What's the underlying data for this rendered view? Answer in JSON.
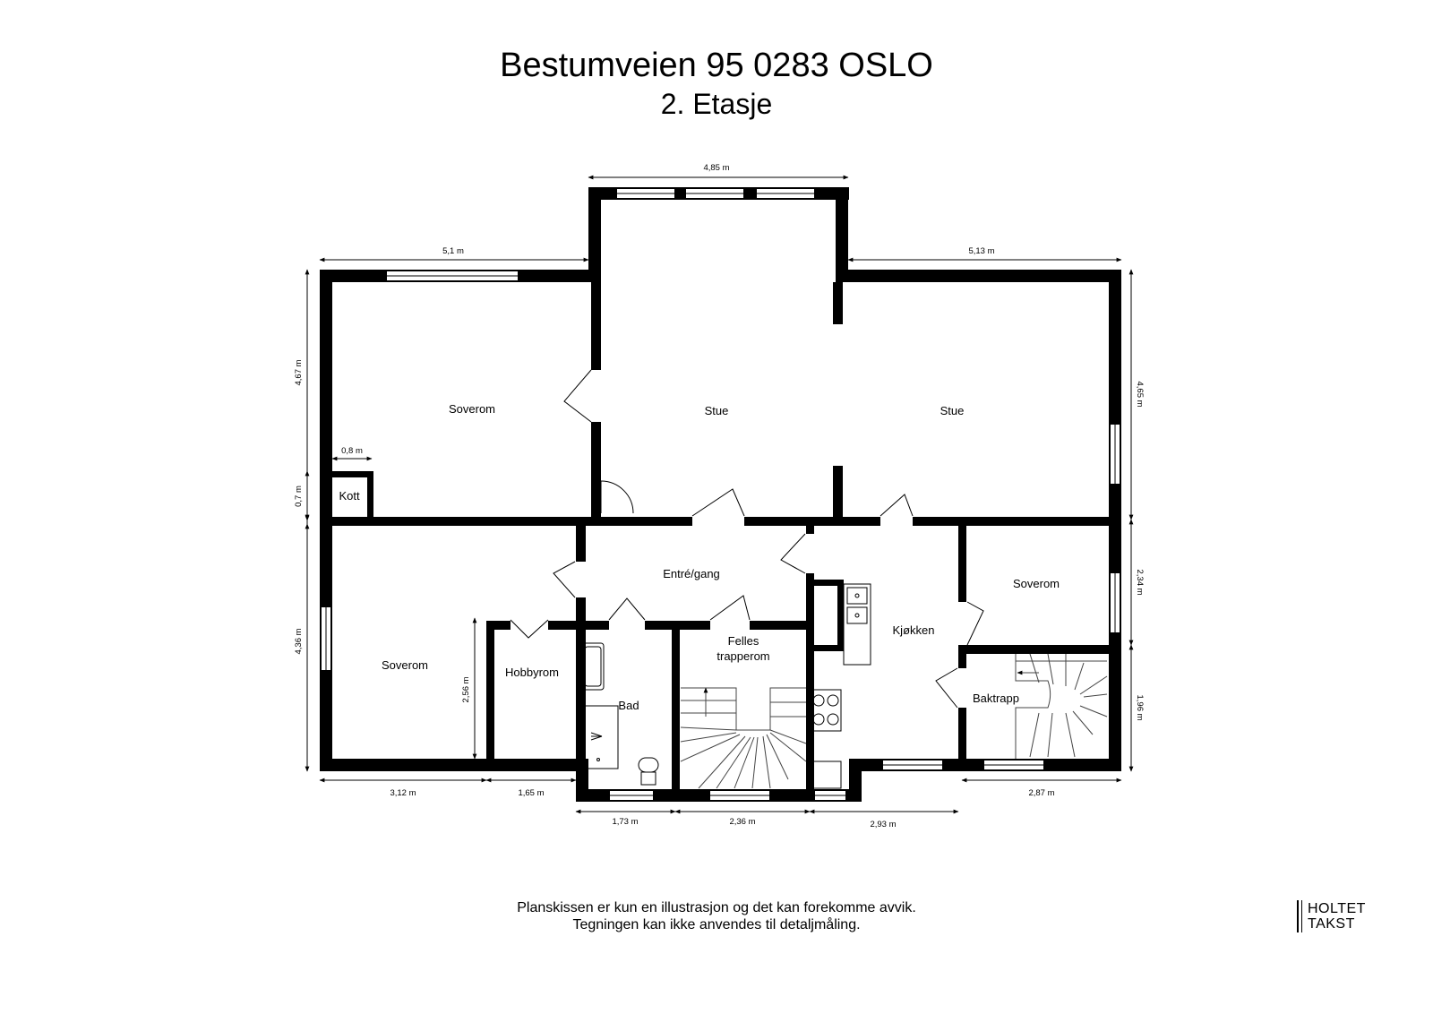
{
  "header": {
    "address": "Bestumveien 95 0283 OSLO",
    "floor": "2. Etasje"
  },
  "rooms": {
    "soverom_nw": "Soverom",
    "stue_center": "Stue",
    "stue_east": "Stue",
    "kott": "Kott",
    "entre": "Entré/gang",
    "soverom_east": "Soverom",
    "kjokken": "Kjøkken",
    "felles_1": "Felles",
    "felles_2": "trapperom",
    "soverom_sw": "Soverom",
    "hobbyrom": "Hobbyrom",
    "bad": "Bad",
    "baktrapp": "Baktrapp"
  },
  "dimensions": {
    "top_center": "4,85 m",
    "top_left": "5,1 m",
    "top_right": "5,13 m",
    "left_upper": "4,67 m",
    "left_middle": "0,7 m",
    "left_lower": "4,36 m",
    "kott_width": "0,8 m",
    "right_upper": "4,65 m",
    "right_middle": "2,34 m",
    "right_lower": "1,96 m",
    "hobby_height": "2,56 m",
    "bottom_1": "3,12 m",
    "bottom_2": "1,65 m",
    "bottom_3": "1,73 m",
    "bottom_4": "2,36 m",
    "bottom_5": "2,93 m",
    "bottom_6": "2,87 m"
  },
  "disclaimer": {
    "line1": "Planskissen er kun en illustrasjon og det kan forekomme avvik.",
    "line2": "Tegningen kan ikke anvendes til detaljmåling."
  },
  "logo": {
    "line1": "HOLTET",
    "line2": "TAKST"
  }
}
